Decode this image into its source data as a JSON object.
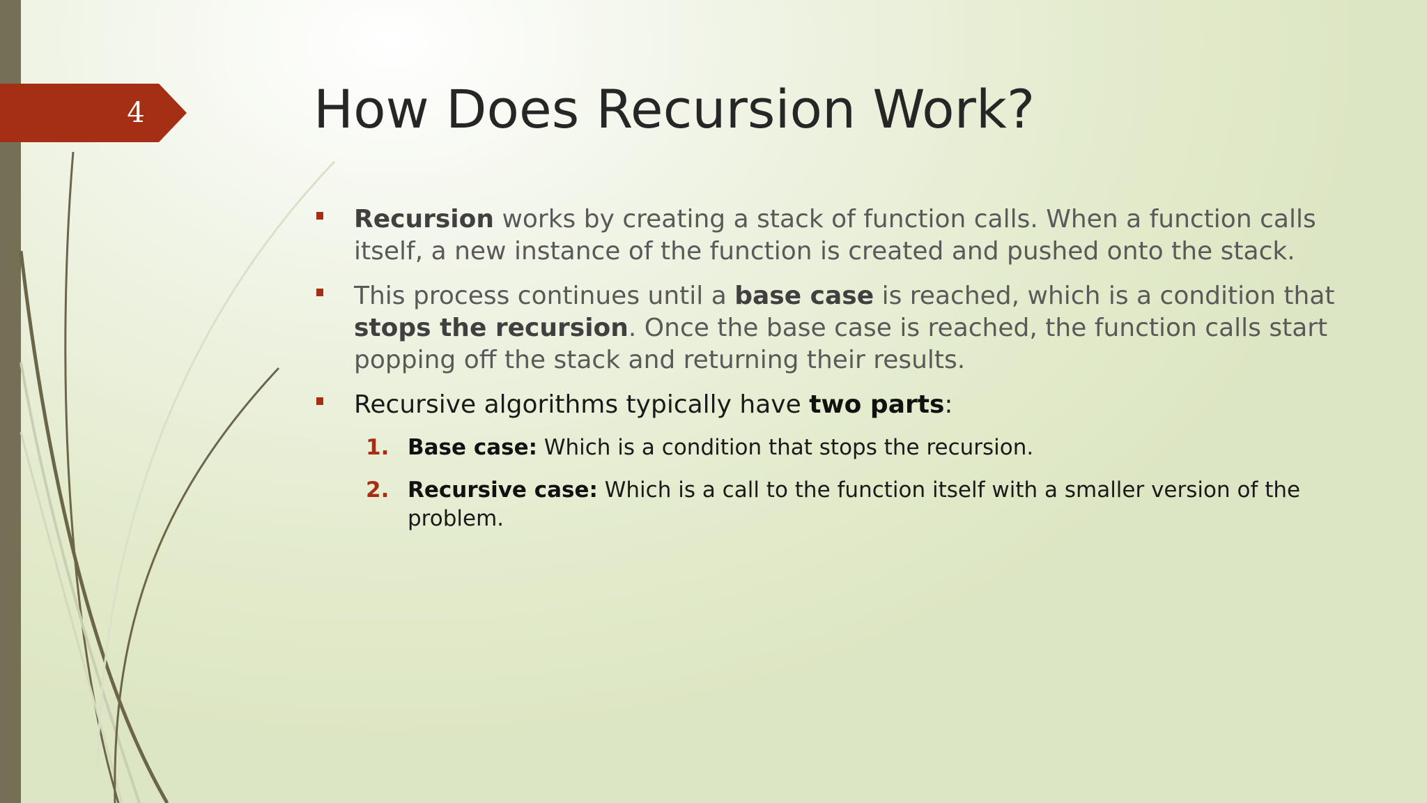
{
  "slide": {
    "number": "4",
    "title": "How Does Recursion Work?",
    "bullets": [
      {
        "parts": [
          {
            "bold": "Recursion"
          },
          {
            "text": " works by creating a stack of function calls. When a function calls itself, a new instance of the function is created and pushed onto the stack."
          }
        ]
      },
      {
        "parts": [
          {
            "text": " This process continues until a "
          },
          {
            "bold": "base case"
          },
          {
            "text": " is reached, which is a condition that "
          },
          {
            "bold": "stops the recursion"
          },
          {
            "text": ". Once the base case is reached, the function calls start popping off the stack and returning their results."
          }
        ]
      },
      {
        "parts": [
          {
            "text": "Recursive algorithms typically have "
          },
          {
            "bold": "two parts"
          },
          {
            "text": ":"
          }
        ]
      }
    ],
    "numbered": [
      {
        "num": "1.",
        "bold": "Base case:",
        "text": " Which is a condition that stops the recursion."
      },
      {
        "num": "2.",
        "bold": "Recursive case:",
        "text": " Which is a call to the function itself with a smaller version of the problem."
      }
    ]
  },
  "colors": {
    "accent": "#a52f14",
    "sidebar": "#756f55",
    "title": "#262626",
    "body_text": "#595959"
  }
}
